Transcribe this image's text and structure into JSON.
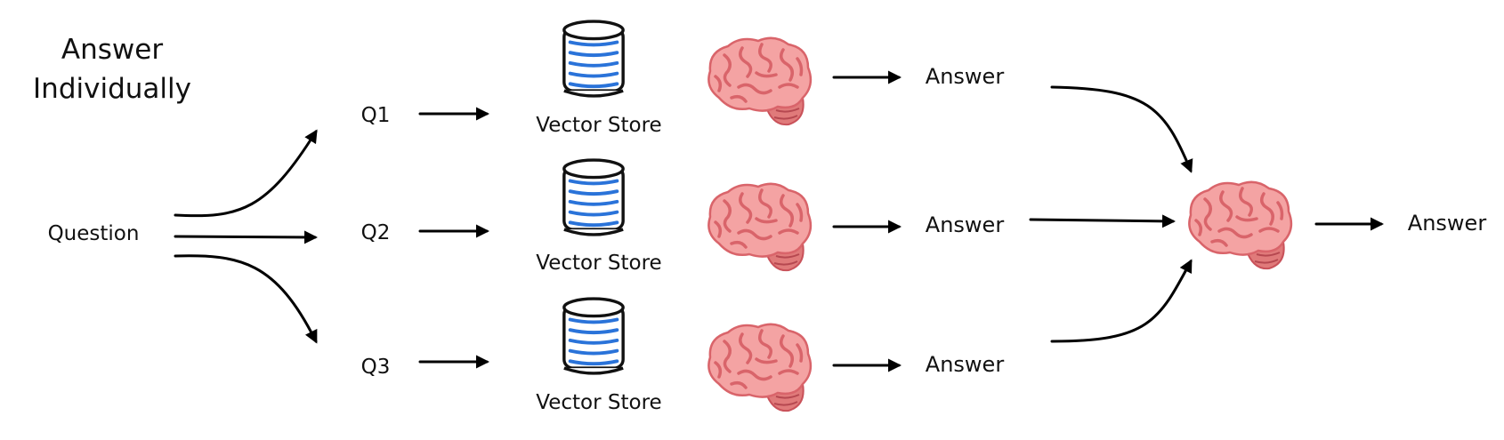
{
  "title": {
    "line1": "Answer",
    "line2": "Individually"
  },
  "question": "Question",
  "queries": [
    "Q1",
    "Q2",
    "Q3"
  ],
  "store_label": "Vector Store",
  "answer_label": "Answer",
  "final_answer": "Answer",
  "colors": {
    "brain_fill": "#f4a3a3",
    "brain_fold": "#d9646a",
    "brain_stem": "#e07a7a",
    "db_band": "#2a73d9",
    "arrow": "#000000"
  },
  "icons": {
    "database": "database-icon",
    "brain": "brain-icon"
  }
}
